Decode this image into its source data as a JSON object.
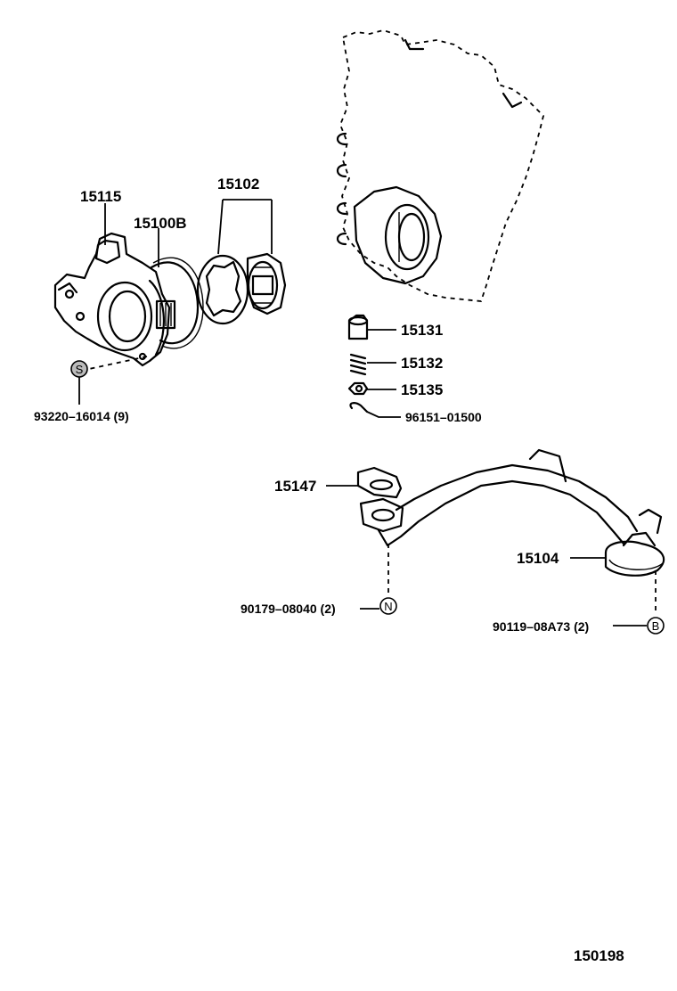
{
  "labels": {
    "p15115": "15115",
    "p15100B": "15100B",
    "p15102": "15102",
    "p15131": "15131",
    "p15132": "15132",
    "p15135": "15135",
    "p96151": "96151–01500",
    "p93220": "93220–16014 (9)",
    "p15147": "15147",
    "p15104": "15104",
    "p90179": "90179–08040 (2)",
    "p90119": "90119–08A73 (2)",
    "footer": "150198"
  },
  "symbols": {
    "s": "S",
    "n": "N",
    "b": "B"
  },
  "icons": {
    "engine_block": "timing-cover-outline",
    "oil_pump": "oil-pump-body",
    "rotor_set": "pump-rotor-pair",
    "relief_valve": "relief-valve-stack",
    "strainer": "oil-strainer-pipe"
  }
}
